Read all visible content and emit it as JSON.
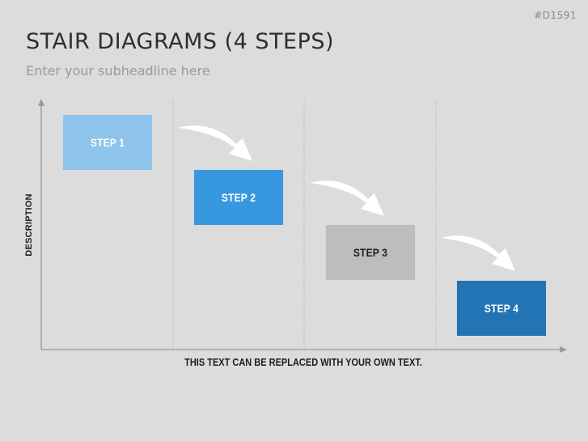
{
  "code": "#D1591",
  "title": "STAIR DIAGRAMS (4 STEPS)",
  "subtitle": "Enter your subheadline here",
  "y_axis_label": "DESCRIPTION",
  "x_axis_label": "THIS TEXT CAN BE REPLACED WITH YOUR OWN TEXT.",
  "steps": [
    {
      "label": "STEP 1",
      "color": "#8ec3ec",
      "text_color": "#ffffff"
    },
    {
      "label": "STEP 2",
      "color": "#3898df",
      "text_color": "#ffffff"
    },
    {
      "label": "STEP 3",
      "color": "#bdbdbd",
      "text_color": "#1e1e1e"
    },
    {
      "label": "STEP 4",
      "color": "#2374b5",
      "text_color": "#ffffff"
    }
  ],
  "colors": {
    "axis": "#9a9a9a",
    "arrow": "#ffffff",
    "divider": "#a8a8a8"
  }
}
